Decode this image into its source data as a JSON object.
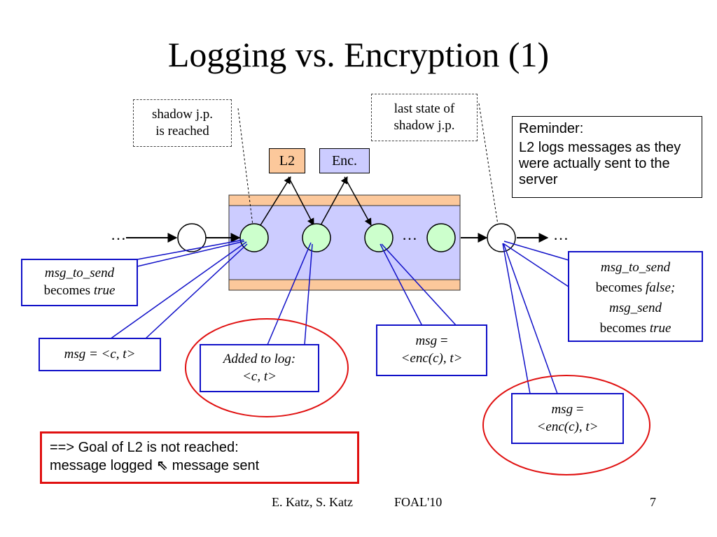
{
  "slide": {
    "title": "Logging vs. Encryption (1)"
  },
  "callouts": {
    "shadow_reached": {
      "line1": "shadow j.p.",
      "line2": "is reached"
    },
    "last_state": {
      "line1": "last state of",
      "line2": "shadow j.p."
    }
  },
  "aspects": {
    "l2": "L2",
    "enc": "Enc."
  },
  "reminder": {
    "heading": "Reminder:",
    "text": "L2 logs messages as they were actually sent to the server"
  },
  "ellipses": {
    "left": "…",
    "middle": "…",
    "right": "…"
  },
  "notes": {
    "msg_to_send_true": {
      "var": "msg_to_send",
      "verb": "becomes",
      "value": "true"
    },
    "msg_plain": {
      "var": "msg",
      "rest": "= <c, t>"
    },
    "added_to_log": {
      "line1": "Added to log:",
      "line2": "<c, t>"
    },
    "msg_enc_middle": {
      "var": "msg",
      "eq": "=",
      "value": "<enc(c), t>"
    },
    "msg_state_change": {
      "var1": "msg_to_send",
      "verb1": "becomes",
      "value1": "false;",
      "var2": "msg_send",
      "verb2": "becomes",
      "value2": "true"
    },
    "msg_enc_right": {
      "var": "msg",
      "eq": "=",
      "value": "<enc(c), t>"
    }
  },
  "conclusion": {
    "line1": "==> Goal of L2 is not reached:",
    "line2_start": "message logged",
    "symbol": "⇖",
    "line2_end": "message sent"
  },
  "footer": {
    "authors": "E. Katz, S. Katz",
    "venue": "FOAL'10",
    "page": "7"
  },
  "colors": {
    "band_orange": "#fcc89b",
    "band_blue": "#ccccff",
    "node_green": "#ccffcc",
    "l2_box": "#fcc89b",
    "enc_box": "#ccccff",
    "callout_border": "#1010c8",
    "highlight_red": "#e01010"
  }
}
